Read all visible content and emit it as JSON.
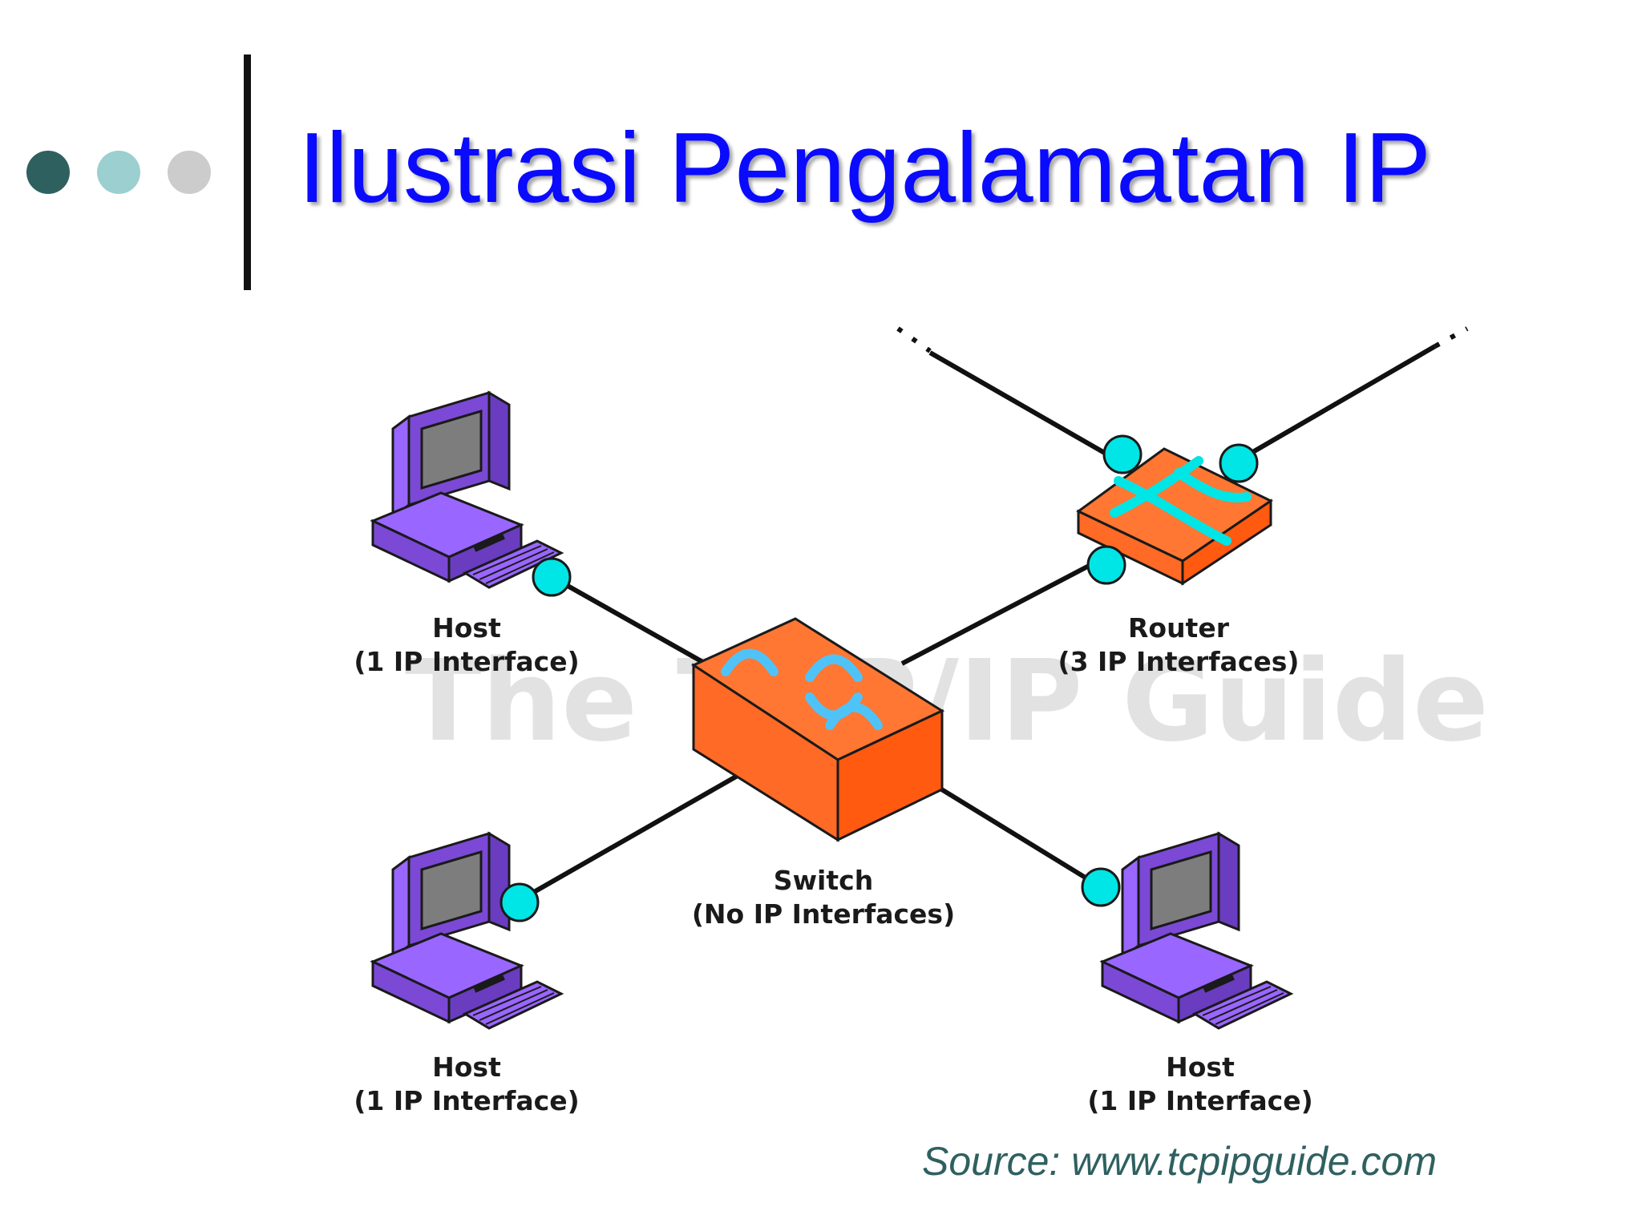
{
  "slide": {
    "title": "Ilustrasi Pengalamatan IP",
    "source": "Source: www.tcpipguide.com",
    "accent_colors": [
      "#2f6060",
      "#9ccfcf",
      "#cccccc"
    ],
    "title_color": "#0a0aff"
  },
  "diagram": {
    "watermark": "The TCP/IP Guide",
    "nodes": [
      {
        "id": "host-top-left",
        "kind": "host",
        "label1": "Host",
        "label2": "(1 IP Interface)",
        "icon": "computer-icon"
      },
      {
        "id": "router",
        "kind": "router",
        "label1": "Router",
        "label2": "(3 IP Interfaces)",
        "icon": "router-icon"
      },
      {
        "id": "switch",
        "kind": "switch",
        "label1": "Switch",
        "label2": "(No IP Interfaces)",
        "icon": "switch-icon"
      },
      {
        "id": "host-bottom-left",
        "kind": "host",
        "label1": "Host",
        "label2": "(1 IP Interface)",
        "icon": "computer-icon"
      },
      {
        "id": "host-bottom-right",
        "kind": "host",
        "label1": "Host",
        "label2": "(1 IP Interface)",
        "icon": "computer-icon"
      }
    ],
    "colors": {
      "host": "#9966ff",
      "device": "#ff6633",
      "interface": "#00e5e5",
      "arrows": "#4fc3f7"
    }
  }
}
